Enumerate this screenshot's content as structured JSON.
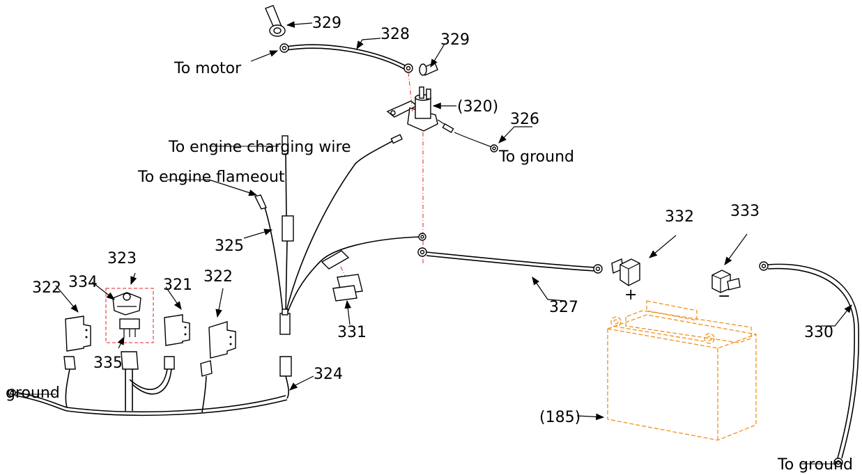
{
  "labels": {
    "to_motor": "To motor",
    "to_engine_charging_wire": "To engine charging wire",
    "to_engine_flameout": "To engine flameout",
    "to_ground_1": "To ground",
    "to_ground_2": "To ground",
    "ground": "ground"
  },
  "callouts": {
    "p329a": "329",
    "p328": "328",
    "p329b": "329",
    "p320": "(320)",
    "p326": "326",
    "p325": "325",
    "p323": "323",
    "p334": "334",
    "p322a": "322",
    "p321": "321",
    "p322b": "322",
    "p335": "335",
    "p324": "324",
    "p331": "331",
    "p332": "332",
    "p333": "333",
    "p327": "327",
    "p330": "330",
    "p185": "(185)"
  },
  "terminals": {
    "positive": "+",
    "negative": "−"
  },
  "colors": {
    "line": "#000000",
    "centerline": "#e02020",
    "battery": "#f0901a"
  }
}
